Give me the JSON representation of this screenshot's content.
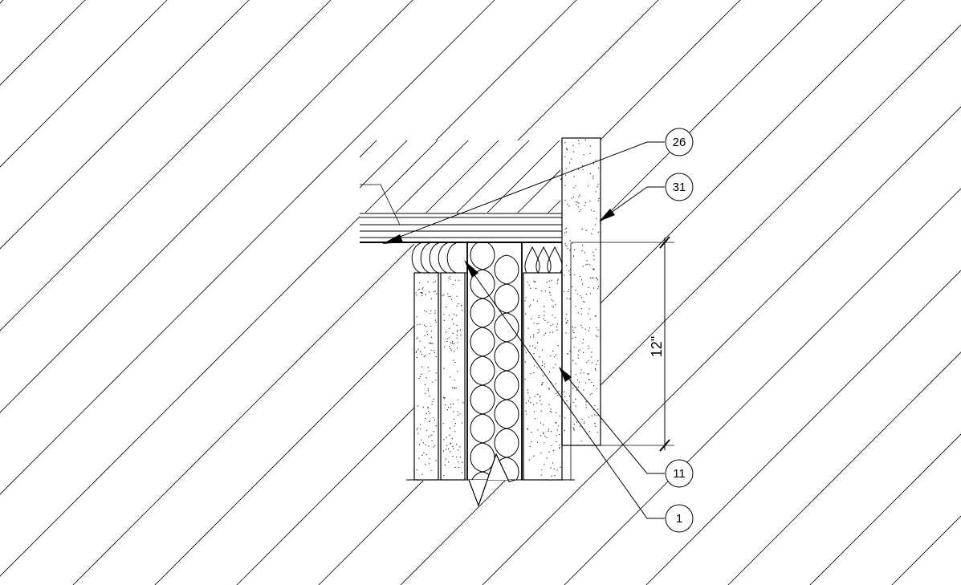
{
  "callouts": {
    "c26": "26",
    "c31": "31",
    "c11": "11",
    "c1": "1"
  },
  "dimension": {
    "label": "12\""
  },
  "colors": {
    "line": "#000000",
    "background": "#ffffff"
  }
}
